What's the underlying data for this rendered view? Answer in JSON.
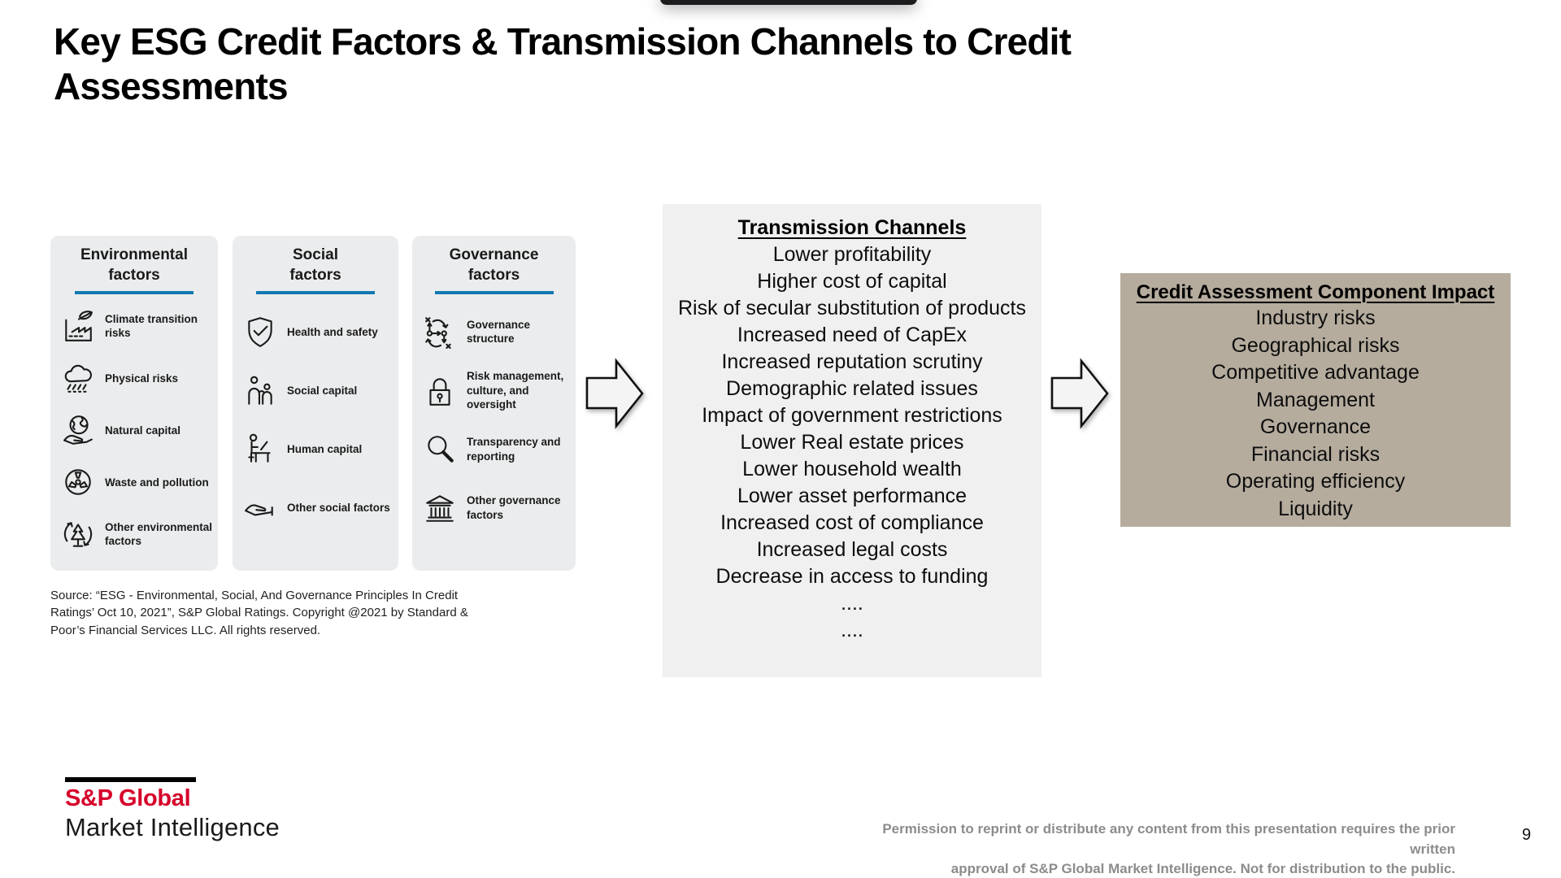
{
  "title": "Key ESG Credit Factors & Transmission Channels to Credit Assessments",
  "colors": {
    "accent_blue": "#1179b0",
    "brand_red": "#d6002a",
    "factor_panel_bg": "#ebeced",
    "channels_box_bg": "#f0f0f1",
    "impact_box_bg": "#b5ac9e"
  },
  "factor_groups": [
    {
      "title_lines": [
        "Environmental",
        "factors"
      ],
      "items": [
        {
          "icon": "factory-leaf-icon",
          "label": "Climate transition risks"
        },
        {
          "icon": "rain-cloud-icon",
          "label": "Physical risks"
        },
        {
          "icon": "globe-hand-icon",
          "label": "Natural capital"
        },
        {
          "icon": "radiation-icon",
          "label": "Waste and pollution"
        },
        {
          "icon": "tree-recycle-icon",
          "label": "Other environmental factors"
        }
      ]
    },
    {
      "title_lines": [
        "Social",
        "factors"
      ],
      "items": [
        {
          "icon": "shield-check-icon",
          "label": "Health and safety"
        },
        {
          "icon": "people-icon",
          "label": "Social capital"
        },
        {
          "icon": "person-desk-icon",
          "label": "Human capital"
        },
        {
          "icon": "giving-hand-icon",
          "label": "Other social factors"
        }
      ]
    },
    {
      "title_lines": [
        "Governance",
        "factors"
      ],
      "items": [
        {
          "icon": "flow-diagram-icon",
          "label": "Governance structure"
        },
        {
          "icon": "padlock-icon",
          "label": "Risk management, culture, and oversight"
        },
        {
          "icon": "magnifier-icon",
          "label": "Transparency and reporting"
        },
        {
          "icon": "bank-icon",
          "label": "Other governance factors"
        }
      ]
    }
  ],
  "source_note": "Source: “ESG - Environmental, Social, And Governance Principles In Credit Ratings’ Oct 10, 2021”, S&P Global Ratings. Copyright @2021 by Standard & Poor’s Financial Services LLC. All rights reserved.",
  "transmission": {
    "title": "Transmission Channels",
    "items": [
      "Lower profitability",
      "Higher cost of capital",
      "Risk of secular substitution of products",
      "Increased need of CapEx",
      "Increased reputation scrutiny",
      "Demographic related issues",
      "Impact of government restrictions",
      "Lower Real estate prices",
      "Lower household wealth",
      "Lower asset performance",
      "Increased cost of compliance",
      "Increased legal costs",
      "Decrease in access to funding",
      "....",
      "...."
    ]
  },
  "credit_impact": {
    "title": "Credit Assessment Component Impact",
    "items": [
      "Industry risks",
      "Geographical risks",
      "Competitive advantage",
      "Management",
      "Governance",
      "Financial risks",
      "Operating efficiency",
      "Liquidity"
    ]
  },
  "footer": {
    "logo_top": "S&P Global",
    "logo_bottom": "Market Intelligence",
    "permission_lines": [
      "Permission to reprint or distribute any content from this presentation requires the prior written",
      "approval of S&P Global Market Intelligence. Not for distribution to the public."
    ],
    "page_number": "9"
  }
}
